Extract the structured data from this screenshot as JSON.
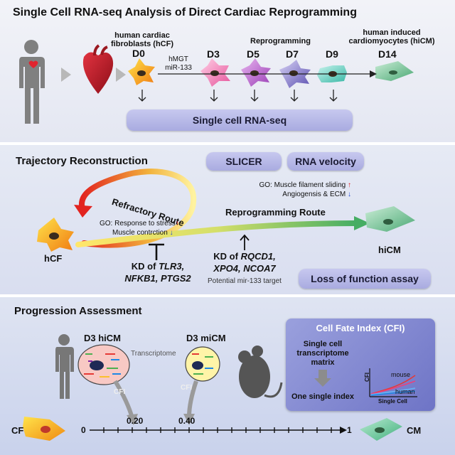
{
  "panel1": {
    "title": "Single Cell RNA-seq Analysis of Direct Cardiac Reprogramming",
    "hcf_label_line1": "human cardiac",
    "hcf_label_line2": "fibroblasts (hCF)",
    "reprogramming_label": "Reprogramming",
    "hicm_label_line1": "human induced",
    "hicm_label_line2": "cardiomyocytes (hiCM)",
    "treatment_line1": "hMGT",
    "treatment_line2": "miR-133",
    "days": [
      "D0",
      "D3",
      "D5",
      "D7",
      "D9",
      "D14"
    ],
    "seq_pill": "Single cell RNA-seq"
  },
  "panel2": {
    "title": "Trajectory Reconstruction",
    "slicer_pill": "SLICER",
    "velocity_pill": "RNA velocity",
    "go_top_line1": "GO: Muscle filament sliding",
    "go_top_line2": "Angiogensis & ECM",
    "refractory_route": "Refractory Route",
    "go_left_line1": "GO: Response to stress",
    "go_left_line2": "Muscle contrction",
    "reprogramming_route": "Reprogramming Route",
    "hcf": "hCF",
    "hicm": "hiCM",
    "kd_left_prefix": "KD of ",
    "kd_left_gene1": "TLR3,",
    "kd_left_line2": "NFKB1, PTGS2",
    "kd_right_prefix": "KD of ",
    "kd_right_gene1": "RQCD1,",
    "kd_right_line2": "XPO4, NCOA7",
    "kd_right_note": "Potential mir-133 target",
    "lof_pill": "Loss of function assay",
    "up_arrow": "↑",
    "down_arrow": "↓"
  },
  "panel3": {
    "title": "Progression Assessment",
    "d3_hicm": "D3 hiCM",
    "d3_micm": "D3 miCM",
    "transcriptome": "Transcriptome",
    "cfi_small": "CFI",
    "cf": "CF",
    "cm": "CM",
    "axis_start": "0",
    "axis_end": "1",
    "value_hicm": "0.20",
    "value_micm": "0.40",
    "cfi_box_title": "Cell Fate Index (CFI)",
    "matrix_line1": "Single cell",
    "matrix_line2": "transcriptome",
    "matrix_line3": "matrix",
    "one_index": "One single index",
    "mini_ylabel": "CFI",
    "mini_xlabel": "Single Cell",
    "mini_mouse": "mouse",
    "mini_human": "human"
  },
  "colors": {
    "refractory_red": "#e0151b",
    "reprogramming_green": "#3aa35c",
    "hcf_orange": "#f6a21a",
    "cm_green": "#5bbf8a"
  }
}
